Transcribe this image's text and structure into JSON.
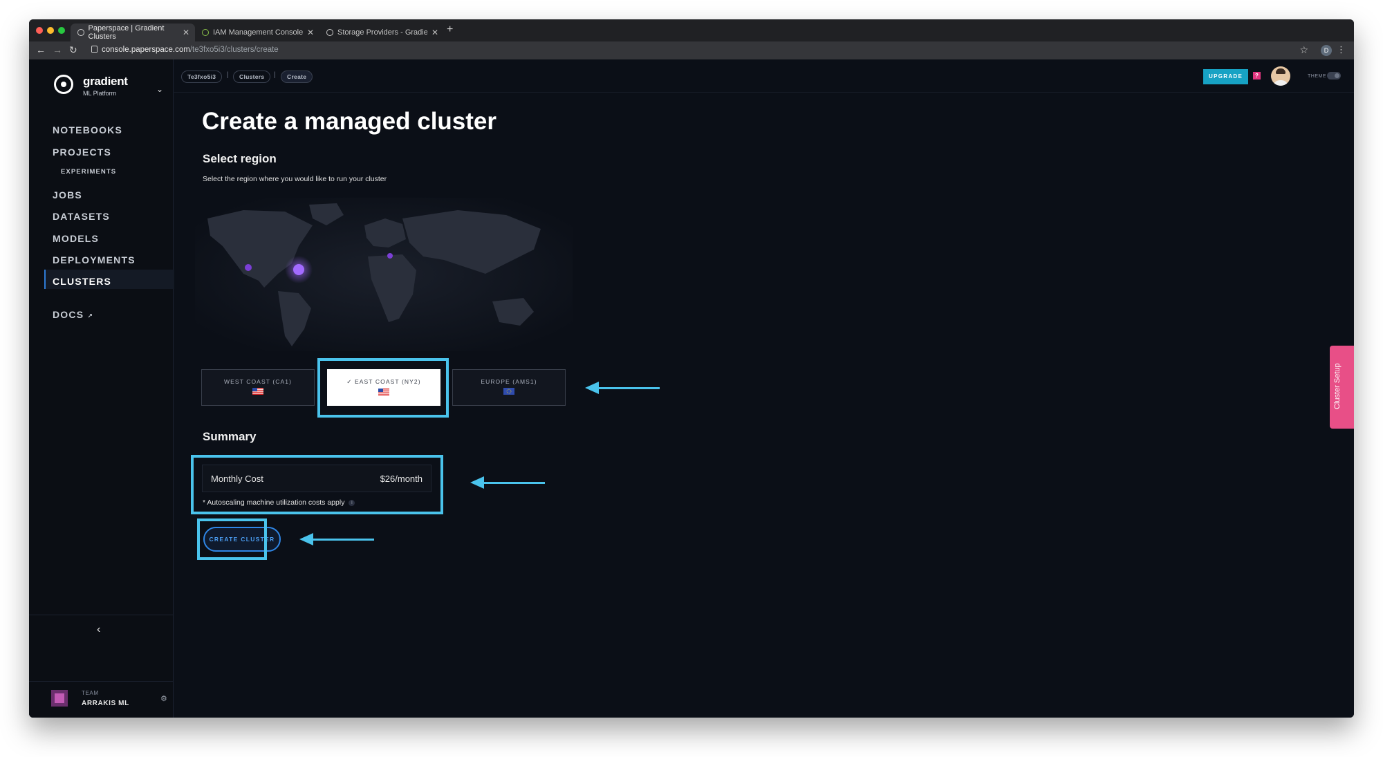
{
  "browser": {
    "tabs": [
      {
        "title": "Paperspace | Gradient Clusters",
        "active": true
      },
      {
        "title": "IAM Management Console",
        "active": false
      },
      {
        "title": "Storage Providers - Gradient D",
        "active": false
      }
    ],
    "url_host": "console.paperspace.com",
    "url_path": "/te3fxo5i3/clusters/create",
    "profile_initial": "D"
  },
  "sidebar": {
    "logo_name": "gradient",
    "logo_sub": "ML Platform",
    "nav": {
      "notebooks": "NOTEBOOKS",
      "projects": "PROJECTS",
      "experiments": "EXPERIMENTS",
      "jobs": "JOBS",
      "datasets": "DATASETS",
      "models": "MODELS",
      "deployments": "DEPLOYMENTS",
      "clusters": "CLUSTERS",
      "docs": "DOCS"
    },
    "active_item": "CLUSTERS",
    "team_label": "TEAM",
    "team_name": "ARRAKIS ML"
  },
  "header": {
    "breadcrumbs": [
      "Te3fxo5i3",
      "Clusters",
      "Create"
    ],
    "upgrade_label": "UPGRADE",
    "help_label": "?",
    "theme_label": "THEME"
  },
  "main": {
    "title": "Create a managed cluster",
    "region_title": "Select region",
    "region_desc": "Select the region where you would like to run your cluster",
    "regions": [
      {
        "label": "WEST COAST (CA1)",
        "flag": "us-flag",
        "selected": false
      },
      {
        "label": "✓ EAST COAST (NY2)",
        "flag": "us-flag",
        "selected": true
      },
      {
        "label": "EUROPE (AMS1)",
        "flag": "eu-flag",
        "selected": false
      }
    ],
    "summary_title": "Summary",
    "cost_label": "Monthly Cost",
    "cost_value": "$26/month",
    "cost_note": "* Autoscaling machine utilization costs apply",
    "info_icon": "i",
    "create_button": "CREATE CLUSTER"
  },
  "setup_tab": "Cluster Setup",
  "colors": {
    "annotation": "#4ac3ec",
    "upgrade": "#17a2c4",
    "primary": "#2f86e6",
    "setup_tab": "#e84f87"
  }
}
